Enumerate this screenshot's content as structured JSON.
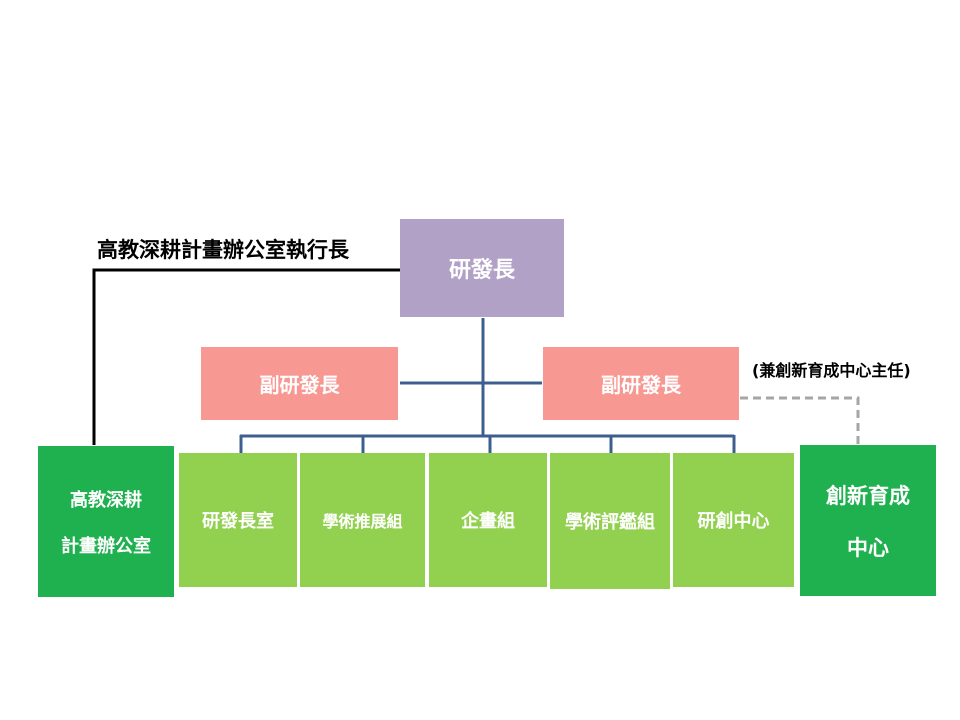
{
  "diagram": {
    "colors": {
      "director": "#b2a1c7",
      "deputy": "#f79893",
      "unit": "#92d050",
      "office": "#1fb04f",
      "connector": "#3d5f8f",
      "exec_line": "#000000",
      "dashed_line": "#a6a6a6"
    },
    "director": {
      "label": "研發長"
    },
    "deputies": [
      {
        "label": "副研發長"
      },
      {
        "label": "副研發長"
      }
    ],
    "deputy_note": "(兼創新育成中心主任)",
    "exec_label": "高教深耕計畫辦公室執行長",
    "left_office": {
      "line1": "高教深耕",
      "line2": "計畫辦公室"
    },
    "right_office": {
      "line1": "創新育成",
      "line2": "中心"
    },
    "units": [
      {
        "label": "研發長室"
      },
      {
        "label": "學術推展組"
      },
      {
        "label": "企畫組"
      },
      {
        "label": "學術評鑑組"
      },
      {
        "label": "研創中心"
      }
    ]
  }
}
